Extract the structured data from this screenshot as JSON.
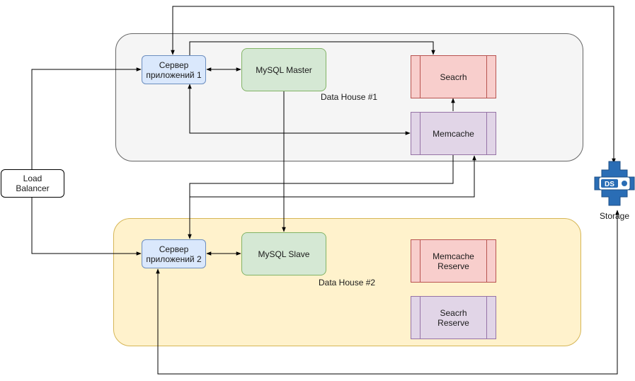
{
  "containers": {
    "house1": {
      "label": "Data House #1",
      "fill": "#f5f5f5",
      "stroke": "#666666"
    },
    "house2": {
      "label": "Data House #2",
      "fill": "#fff2cc",
      "stroke": "#d6b656"
    }
  },
  "nodes": {
    "load_balancer": {
      "label": "Load\nBalancer"
    },
    "app_server_1": {
      "label": "Сервер\nприложений 1"
    },
    "app_server_2": {
      "label": "Сервер\nприложений 2"
    },
    "mysql_master": {
      "label": "MySQL Master"
    },
    "mysql_slave": {
      "label": "MySQL Slave"
    },
    "search": {
      "label": "Seacrh"
    },
    "memcache": {
      "label": "Memcache"
    },
    "memcache_reserve": {
      "label": "Memcache\nReserve"
    },
    "search_reserve": {
      "label": "Seacrh\nReserve"
    },
    "storage": {
      "label": "Storage",
      "badge": "DS",
      "icon": "datastore-icon"
    }
  },
  "colors": {
    "blue_fill": "#dae8fc",
    "blue_stroke": "#6c8ebf",
    "green_fill": "#d5e8d4",
    "green_stroke": "#82b366",
    "red_fill": "#f8cecc",
    "red_stroke": "#b85450",
    "purple_fill": "#e1d5e7",
    "purple_stroke": "#9673a6",
    "storage_blue": "#2a6db5",
    "edge": "#000000"
  }
}
